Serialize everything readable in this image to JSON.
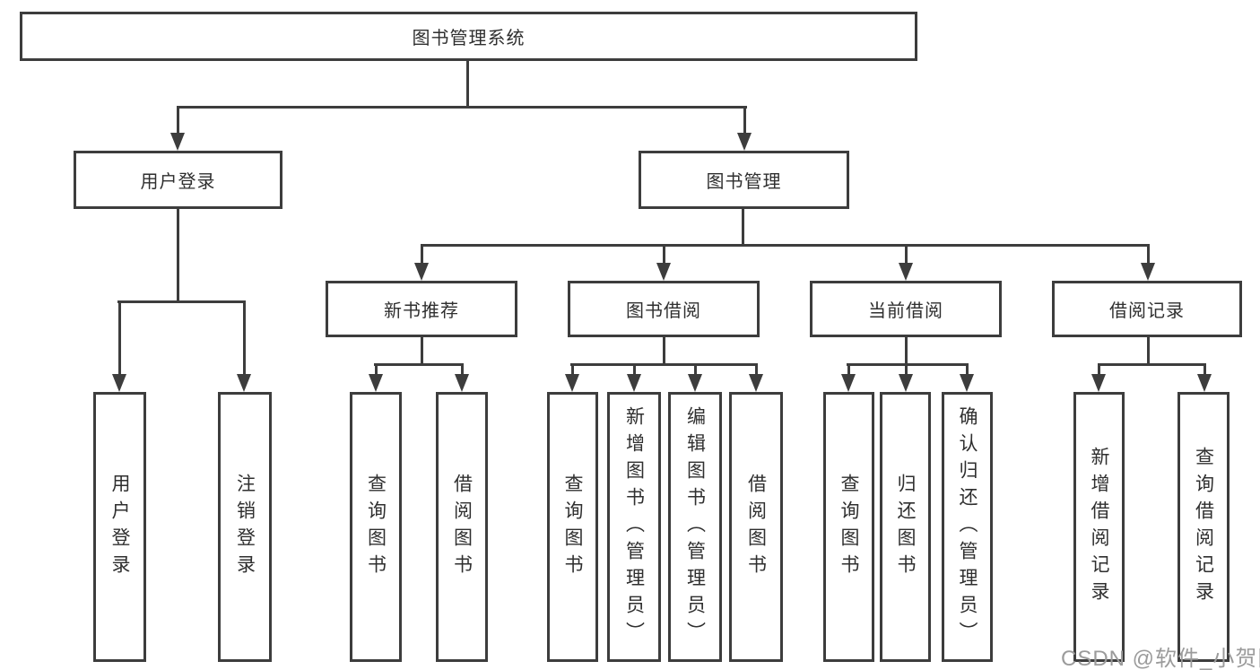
{
  "colors": {
    "line": "#3d3d3d",
    "text": "#2f2f2f",
    "watermark": "#9b9b9b",
    "background": "#ffffff"
  },
  "watermark": {
    "text": "CSDN @软件_小贺同学"
  },
  "tree": {
    "root": {
      "label": "图书管理系统"
    },
    "branches": [
      {
        "label": "用户登录",
        "children": [
          {
            "label": "用户登录"
          },
          {
            "label": "注销登录"
          }
        ]
      },
      {
        "label": "图书管理",
        "children": [
          {
            "label": "新书推荐",
            "children": [
              {
                "label": "查询图书"
              },
              {
                "label": "借阅图书"
              }
            ]
          },
          {
            "label": "图书借阅",
            "children": [
              {
                "label": "查询图书"
              },
              {
                "label": "新增图书（管理员）"
              },
              {
                "label": "编辑图书（管理员）"
              },
              {
                "label": "借阅图书"
              }
            ]
          },
          {
            "label": "当前借阅",
            "children": [
              {
                "label": "查询图书"
              },
              {
                "label": "归还图书"
              },
              {
                "label": "确认归还（管理员）"
              }
            ]
          },
          {
            "label": "借阅记录",
            "children": [
              {
                "label": "新增借阅记录"
              },
              {
                "label": "查询借阅记录"
              }
            ]
          }
        ]
      }
    ]
  }
}
